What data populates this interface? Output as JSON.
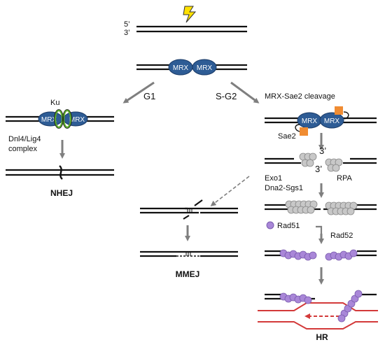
{
  "colors": {
    "dna": "#111111",
    "mrx_fill": "#2e5c95",
    "mrx_stroke": "#1a3a66",
    "ku_ring": "#5aa829",
    "sae2": "#f08c32",
    "rpa": "#c8c8c8",
    "rad51": "#a987d8",
    "arrow": "#7f7f7f",
    "donor_strand": "#d33a3a",
    "lightning": "#ffe100"
  },
  "icons": {
    "break": "lightning-bolt-icon",
    "rad51": "purple-sphere-icon"
  },
  "labels": {
    "five_prime": "5’",
    "three_prime": "3’",
    "mrx": "MRX",
    "g1": "G1",
    "s_g2": "S-G2",
    "ku": "Ku",
    "dnl4_line1": "Dnl4/Lig4",
    "dnl4_line2": "complex",
    "nhej": "NHEJ",
    "mrx_sae2": "MRX-Sae2 cleavage",
    "sae2": "Sae2",
    "three_prime_a": "3’",
    "three_prime_b": "3’",
    "rpa": "RPA",
    "exo1": "Exo1",
    "dna2": "Dna2-Sgs1",
    "rad51": "Rad51",
    "rad52": "Rad52",
    "mmej": "MMEJ",
    "hr": "HR"
  }
}
